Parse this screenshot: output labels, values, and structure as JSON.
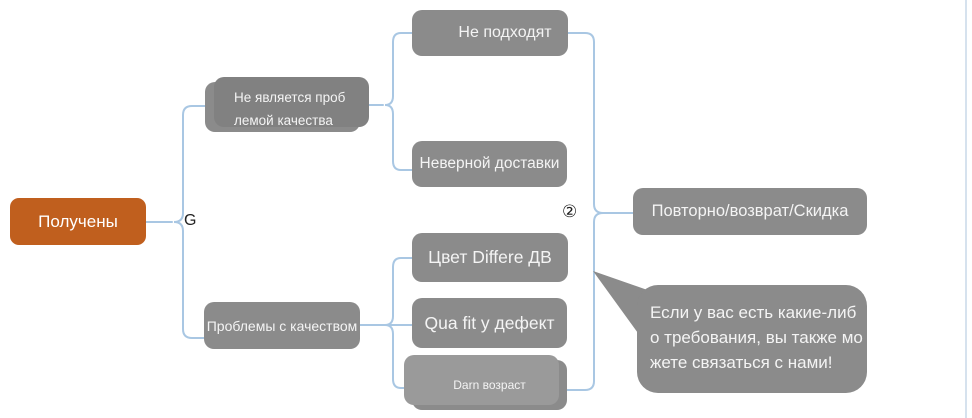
{
  "nodes": {
    "root": "Получены",
    "not_quality_issue": "Не является проб\nлемой качества",
    "not_fit": "Не подходят",
    "wrong_delivery": "Неверной доставки",
    "quality_problems": "Проблемы с качеством",
    "color_diff": "Цвет Differe ДВ",
    "qua_fit_defect": "Qua fit у дефект",
    "darn_age": "Darn возраст",
    "outcome": "Повторно/возврат/Скидка",
    "callout": "Если у вас есть какие-либ\nо требования, вы также мо\nжете связаться с нами!"
  },
  "labels": {
    "edge": "G",
    "group_marker": "②"
  },
  "colors": {
    "root_fill": "#c05f1e",
    "node_fill": "#8b8b8b",
    "node_text": "#f4f4f4",
    "connector": "#a9c7e3",
    "edge_line": "#c9d8e8",
    "label": "#222222"
  }
}
